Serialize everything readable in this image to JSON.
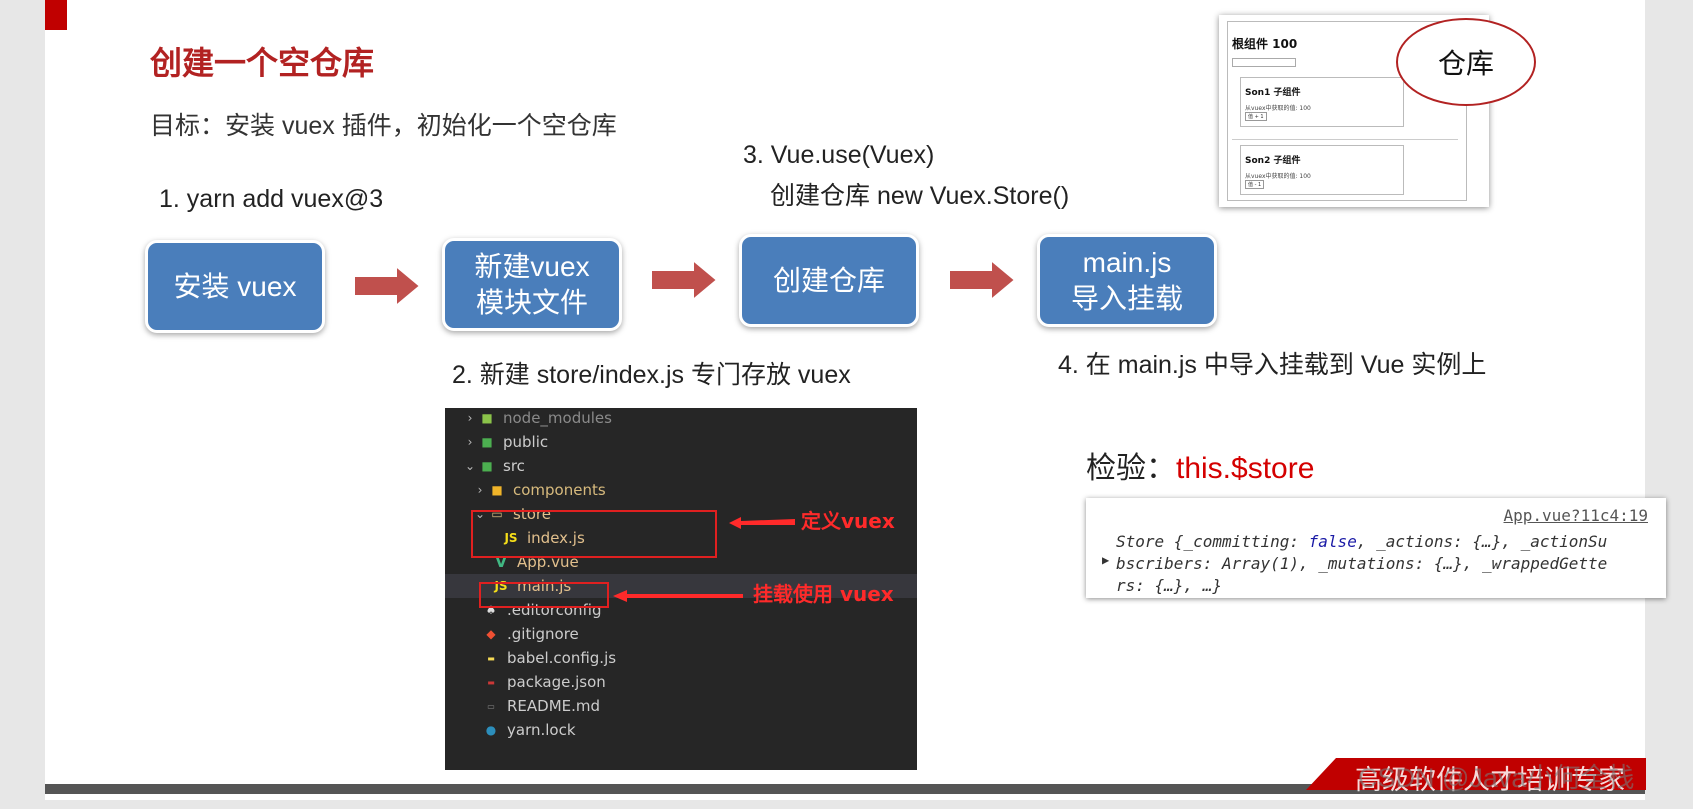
{
  "slide": {
    "title": "创建一个空仓库",
    "goal": "目标：安装 vuex 插件，初始化一个空仓库"
  },
  "steps": {
    "step1": "1. yarn add vuex@3",
    "step2": "2. 新建  store/index.js 专门存放 vuex",
    "step3_line1": "3. Vue.use(Vuex)",
    "step3_line2": "创建仓库 new Vuex.Store()",
    "step4": "4. 在 main.js 中导入挂载到 Vue 实例上"
  },
  "flow": {
    "box1": "安装 vuex",
    "box2_line1": "新建vuex",
    "box2_line2": "模块文件",
    "box3": "创建仓库",
    "box4_line1": "main.js",
    "box4_line2": "导入挂载",
    "arrow_color": "#c0504d",
    "box_color": "#4a7ebb"
  },
  "file_tree": {
    "items": [
      {
        "name": "node_modules",
        "icon": "folder-node-icon"
      },
      {
        "name": "public",
        "icon": "folder-public-icon"
      },
      {
        "name": "src",
        "icon": "folder-src-icon"
      },
      {
        "name": "components",
        "icon": "folder-components-icon"
      },
      {
        "name": "store",
        "icon": "folder-open-icon"
      },
      {
        "name": "index.js",
        "icon": "js-file-icon"
      },
      {
        "name": "App.vue",
        "icon": "vue-file-icon"
      },
      {
        "name": "main.js",
        "icon": "js-file-icon"
      },
      {
        "name": ".editorconfig",
        "icon": "editorconfig-icon"
      },
      {
        "name": ".gitignore",
        "icon": "git-icon"
      },
      {
        "name": "babel.config.js",
        "icon": "babel-icon"
      },
      {
        "name": "package.json",
        "icon": "npm-icon"
      },
      {
        "name": "README.md",
        "icon": "markdown-icon"
      },
      {
        "name": "yarn.lock",
        "icon": "yarn-icon"
      }
    ],
    "js_badge": "JS",
    "vue_badge": "V",
    "annotation_store": "定义vuex",
    "annotation_main": "挂载使用 vuex"
  },
  "verify": {
    "label": "检验：",
    "code": "this.$store",
    "console_link": "App.vue?11c4:19",
    "console_line1_a": "Store {_committing: ",
    "console_line1_kw": "false",
    "console_line1_b": ", _actions: {…}, _actionSu",
    "console_line2": "bscribers: Array(1), _mutations: {…}, _wrappedGette",
    "console_line3": "rs: {…}, …}"
  },
  "preview": {
    "root_title": "根组件 100",
    "son1_title": "Son1 子组件",
    "son1_text": "从vuex中获取的值: 100",
    "son1_btn": "值 + 1",
    "son2_title": "Son2 子组件",
    "son2_text": "从vuex中获取的值: 100",
    "son2_btn": "值 - 1",
    "bubble": "仓库"
  },
  "watermark": {
    "text": "高级软件人才培训专家",
    "csdn": "CSDN @Java小何全栈"
  }
}
